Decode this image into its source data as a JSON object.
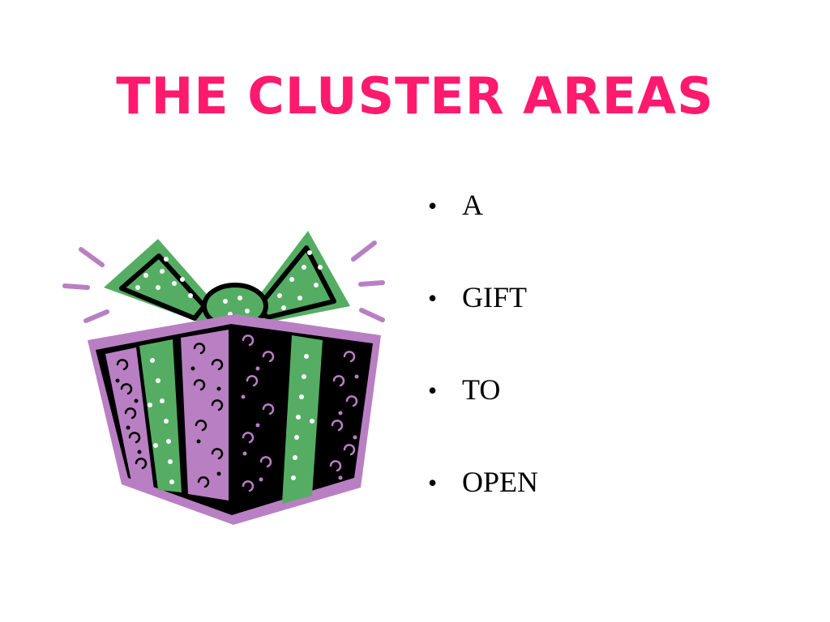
{
  "slide": {
    "title": "THE CLUSTER AREAS",
    "title_color": "#ff1a6e",
    "bullets": [
      {
        "label": "A"
      },
      {
        "label": "GIFT"
      },
      {
        "label": "TO"
      },
      {
        "label": "OPEN"
      }
    ],
    "bullet_symbol": "•",
    "illustration": {
      "icon": "gift-box-icon",
      "colors": {
        "purple": "#b97fc3",
        "green": "#55ad63",
        "black": "#000000"
      }
    }
  }
}
